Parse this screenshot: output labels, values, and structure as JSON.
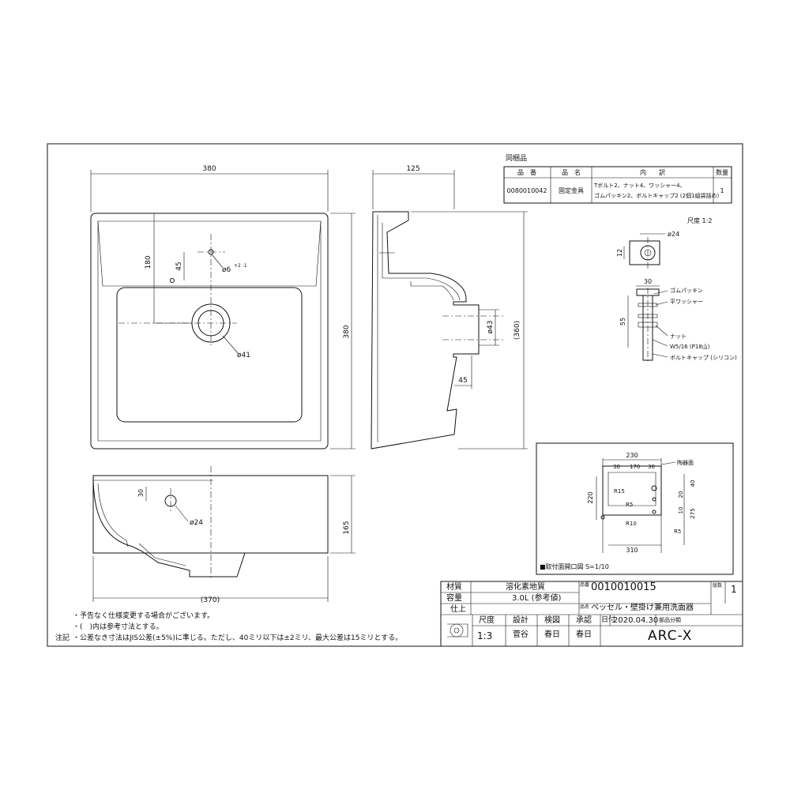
{
  "front_view": {
    "width_label": "380",
    "height_label": "380",
    "dim_180": "180",
    "dim_45": "45",
    "tap_hole": "ø6",
    "tap_tol": "+2 -1",
    "drain": "ø41"
  },
  "side_view": {
    "depth_label": "125",
    "height_ref": "(360)",
    "drain_dia": "ø43",
    "dim_45": "45"
  },
  "bottom_view": {
    "dim_30": "30",
    "hole": "ø24",
    "height": "165",
    "width_ref": "(370)"
  },
  "parts_table": {
    "caption": "同梱品",
    "headers": [
      "品　番",
      "品　名",
      "内　　訳",
      "数量"
    ],
    "row": {
      "number": "0080010042",
      "name": "固定金具",
      "detail1": "Tボルト2、ナット4、ワッシャー4、",
      "detail2": "ゴムパッキン2、ボルトキャップ2 (2個1組袋詰め)",
      "qty": "1"
    }
  },
  "bolt_detail": {
    "scale": "尺度 1:2",
    "dia24": "ø24",
    "dim12": "12",
    "dim30": "30",
    "dim55": "55",
    "labels": [
      "ゴムパッキン",
      "平ワッシャー",
      "ナット",
      "W5/16 (P18山)",
      "ボルトキャップ (シリコン)"
    ]
  },
  "mount_detail": {
    "caption": "■取付面開口図 S=1/10",
    "tag": "陶器面",
    "d230": "230",
    "d30a": "30",
    "d170": "170",
    "d30b": "30",
    "r15": "R15",
    "r5a": "R5",
    "r10": "R10",
    "r5b": "R5",
    "d220": "220",
    "d40": "40",
    "d275": "275",
    "d20": "20",
    "d10": "10",
    "d310": "310"
  },
  "notes": {
    "label": "注記",
    "lines": [
      "・予告なく仕様変更する場合がございます。",
      "・(　)内は参考寸法とする。",
      "・公差なき寸法はJIS公差(±5%)に準じる。ただし、40ミリ以下は±2ミリ、最大公差は15ミリとする。"
    ]
  },
  "title_block": {
    "material_label": "材質",
    "material": "溶化素地質",
    "capacity_label": "容量",
    "capacity": "3.0L (参考値)",
    "finish_label": "仕上",
    "finish": "",
    "code_label": "品番",
    "code": "0010010015",
    "name_label": "品名",
    "name": "ベッセル・壁掛け兼用洗面器",
    "sheet_label": "版数",
    "sheet": "1",
    "scale_label": "尺度",
    "scale": "1:3",
    "design_label": "設計",
    "designer": "菅谷",
    "check_label": "検図",
    "checker": "春日",
    "approve_label": "承認",
    "approver": "春日",
    "date_label": "日付",
    "date": "2020.04.30",
    "category_label": "部品分類",
    "brand": "ARC-X"
  }
}
